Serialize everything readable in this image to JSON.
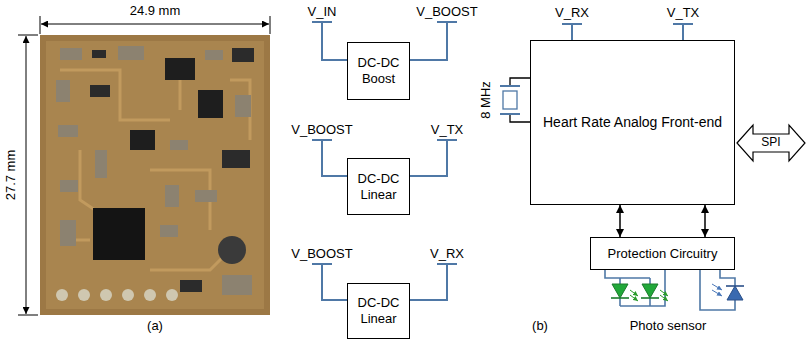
{
  "diagram": {
    "nodes": [
      {
        "text": [
          "DC-DC Boost"
        ]
      },
      {
        "text": [
          "DC-DC Linear"
        ]
      },
      {
        "text": [
          "DC-DC Linear"
        ]
      },
      {
        "text": [
          "Heart Rate Analog Front-end"
        ]
      },
      {
        "text": [
          "Protection Circuitry"
        ]
      }
    ],
    "edges": [
      {
        "from": 3,
        "to": 4,
        "arrow": "both"
      },
      {
        "from": 3,
        "to": 4,
        "arrow": "both"
      }
    ],
    "labels": [
      "24.9 mm",
      "V_IN",
      "V_BOOST",
      "V_RX",
      "V_TX",
      "27.7 mm",
      "8 MHz",
      "SPI",
      "V_BOOST",
      "V_TX",
      "V_BOOST",
      "V_RX",
      "Photo sensor",
      "(a)",
      "(b)"
    ]
  }
}
